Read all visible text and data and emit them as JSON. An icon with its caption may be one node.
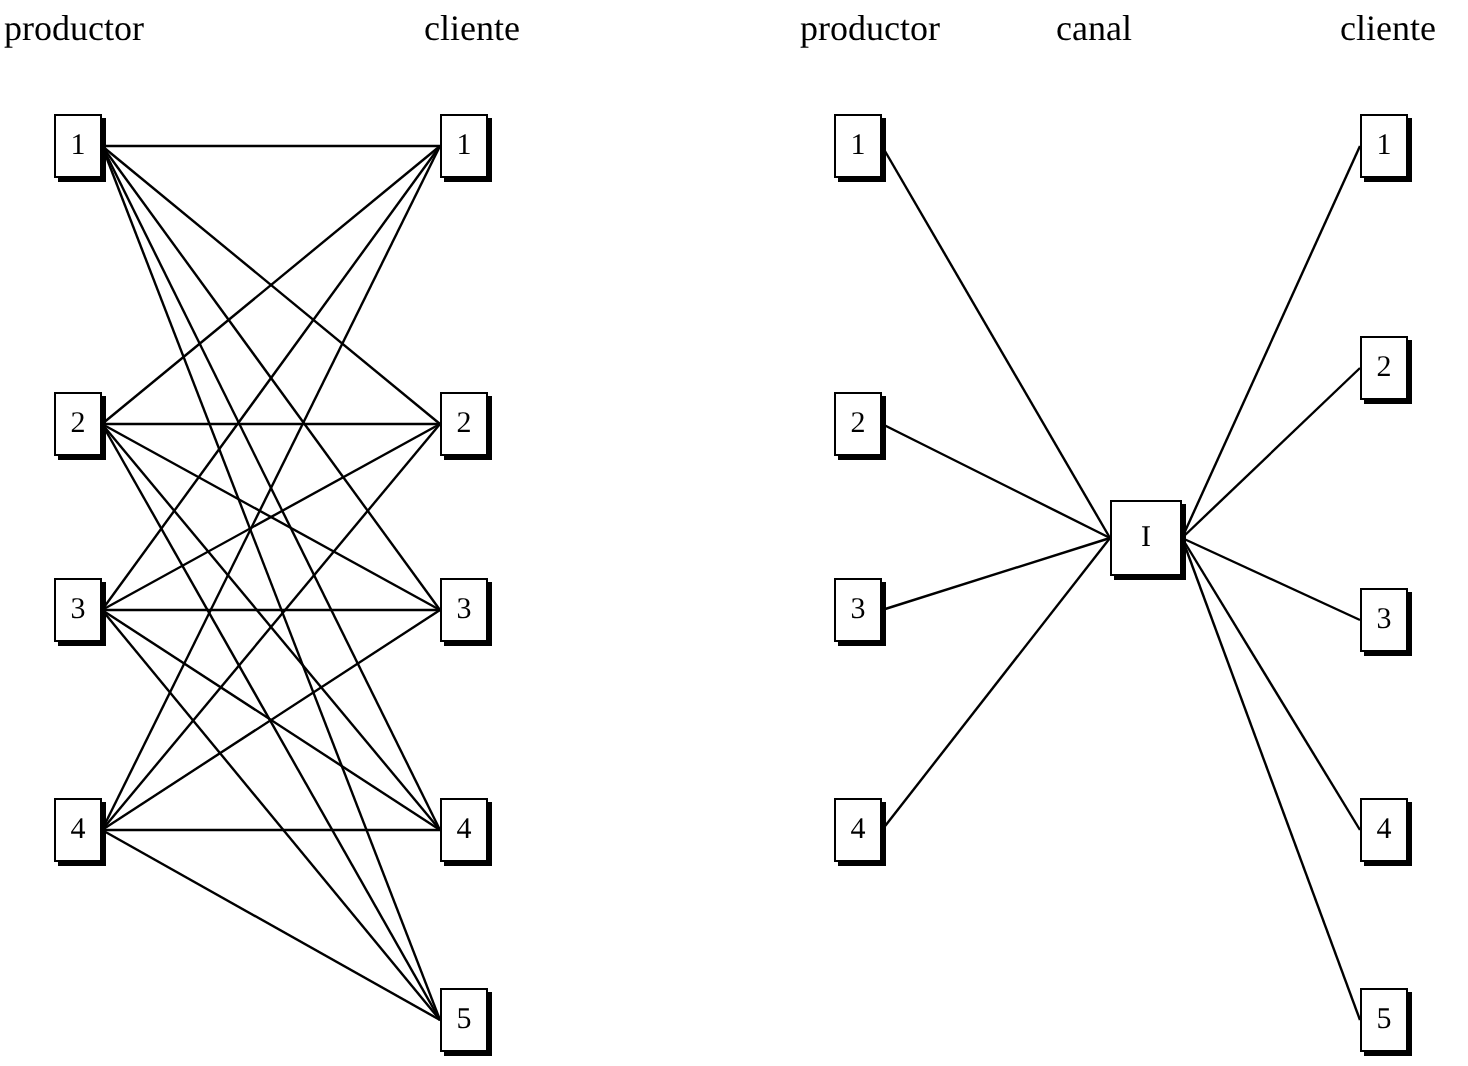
{
  "diagram": {
    "nodes": [
      {
        "text": [
          "1"
        ]
      },
      {
        "text": [
          "2"
        ]
      },
      {
        "text": [
          "3"
        ]
      },
      {
        "text": [
          "4"
        ]
      },
      {
        "text": [
          "1"
        ]
      },
      {
        "text": [
          "2"
        ]
      },
      {
        "text": [
          "3"
        ]
      },
      {
        "text": [
          "4"
        ]
      },
      {
        "text": [
          "5"
        ]
      },
      {
        "text": [
          "1"
        ]
      },
      {
        "text": [
          "2"
        ]
      },
      {
        "text": [
          "3"
        ]
      },
      {
        "text": [
          "4"
        ]
      },
      {
        "text": [
          "I"
        ]
      },
      {
        "text": [
          "1"
        ]
      },
      {
        "text": [
          "2"
        ]
      },
      {
        "text": [
          "3"
        ]
      },
      {
        "text": [
          "4"
        ]
      },
      {
        "text": [
          "5"
        ]
      }
    ],
    "edges": [
      {
        "from": 0,
        "to": 4,
        "arrow": "none"
      },
      {
        "from": 0,
        "to": 5,
        "arrow": "none"
      },
      {
        "from": 0,
        "to": 6,
        "arrow": "none"
      },
      {
        "from": 0,
        "to": 7,
        "arrow": "none"
      },
      {
        "from": 0,
        "to": 8,
        "arrow": "none"
      },
      {
        "from": 1,
        "to": 4,
        "arrow": "none"
      },
      {
        "from": 1,
        "to": 5,
        "arrow": "none"
      },
      {
        "from": 1,
        "to": 6,
        "arrow": "none"
      },
      {
        "from": 1,
        "to": 7,
        "arrow": "none"
      },
      {
        "from": 1,
        "to": 8,
        "arrow": "none"
      },
      {
        "from": 2,
        "to": 4,
        "arrow": "none"
      },
      {
        "from": 2,
        "to": 5,
        "arrow": "none"
      },
      {
        "from": 2,
        "to": 6,
        "arrow": "none"
      },
      {
        "from": 2,
        "to": 7,
        "arrow": "none"
      },
      {
        "from": 2,
        "to": 8,
        "arrow": "none"
      },
      {
        "from": 3,
        "to": 4,
        "arrow": "none"
      },
      {
        "from": 3,
        "to": 5,
        "arrow": "none"
      },
      {
        "from": 3,
        "to": 6,
        "arrow": "none"
      },
      {
        "from": 3,
        "to": 7,
        "arrow": "none"
      },
      {
        "from": 3,
        "to": 8,
        "arrow": "none"
      },
      {
        "from": 9,
        "to": 13,
        "arrow": "none"
      },
      {
        "from": 10,
        "to": 13,
        "arrow": "none"
      },
      {
        "from": 11,
        "to": 13,
        "arrow": "none"
      },
      {
        "from": 12,
        "to": 13,
        "arrow": "none"
      },
      {
        "from": 13,
        "to": 14,
        "arrow": "none"
      },
      {
        "from": 13,
        "to": 15,
        "arrow": "none"
      },
      {
        "from": 13,
        "to": 16,
        "arrow": "none"
      },
      {
        "from": 13,
        "to": 17,
        "arrow": "none"
      },
      {
        "from": 13,
        "to": 18,
        "arrow": "none"
      }
    ],
    "labels": [
      "productor",
      "cliente",
      "productor",
      "canal",
      "cliente"
    ]
  }
}
